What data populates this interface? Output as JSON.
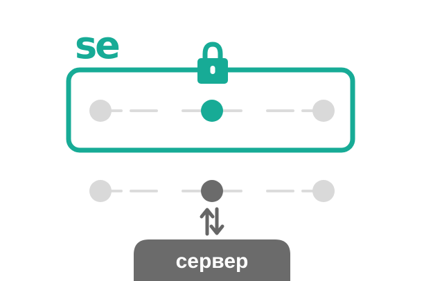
{
  "brand": {
    "text": "se",
    "icon": "se-logo"
  },
  "server": {
    "label": "сервер"
  },
  "icons": {
    "lock": "lock-icon",
    "sync": "up-down-arrows-icon"
  },
  "colors": {
    "accent": "#17ab96",
    "node_inactive": "#d9d9d9",
    "node_dark": "#6b6b6b",
    "server_fill": "#6b6b6b",
    "dash": "#dcdcdc",
    "arrow": "#666666",
    "server_text": "#ffffff"
  },
  "secure_chain": {
    "nodes": [
      "inactive",
      "active",
      "inactive"
    ],
    "locked": true
  },
  "server_chain": {
    "nodes": [
      "inactive",
      "dark",
      "inactive"
    ]
  }
}
